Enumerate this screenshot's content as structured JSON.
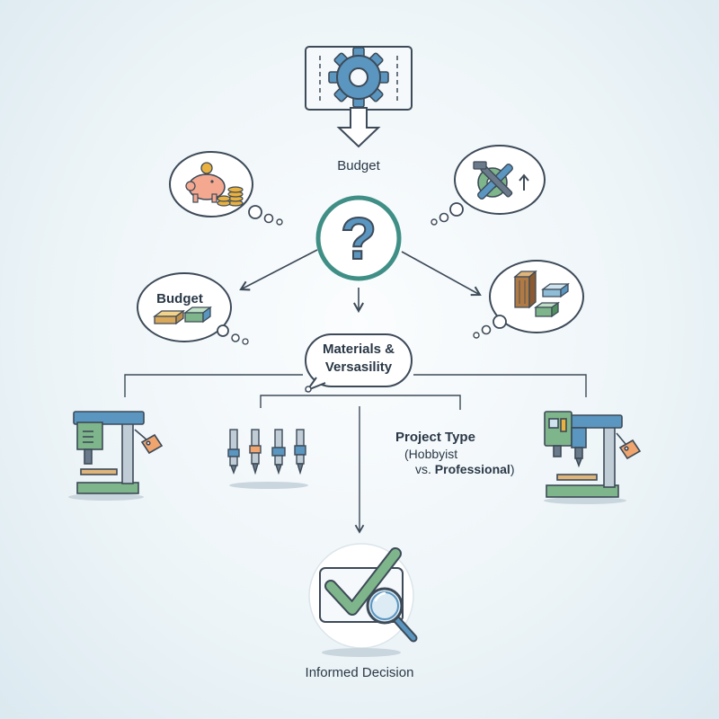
{
  "labels": {
    "budget_top": "Budget",
    "budget_bubble": "Budget",
    "materials_line1": "Materials &",
    "materials_line2": "Versasility",
    "project_type_title": "Project Type",
    "project_type_open": "(",
    "project_type_hobbyist": "Hobbyist",
    "project_type_vs": "vs.",
    "project_type_professional": "Professional",
    "project_type_close": ")",
    "informed_decision": "Informed Decision"
  },
  "center_symbol": "?",
  "colors": {
    "teal": "#3f8f86",
    "outline": "#3d4a58",
    "blue": "#5a96c0",
    "green": "#7fb58a",
    "orange": "#f0a56e",
    "background": "#eef5f8"
  },
  "icons": [
    "gear-icon",
    "piggy-bank-icon",
    "tools-icon",
    "question-mark-icon",
    "materials-icon",
    "drill-press-icon",
    "drill-bits-icon",
    "checkmark-icon",
    "magnifier-icon"
  ]
}
